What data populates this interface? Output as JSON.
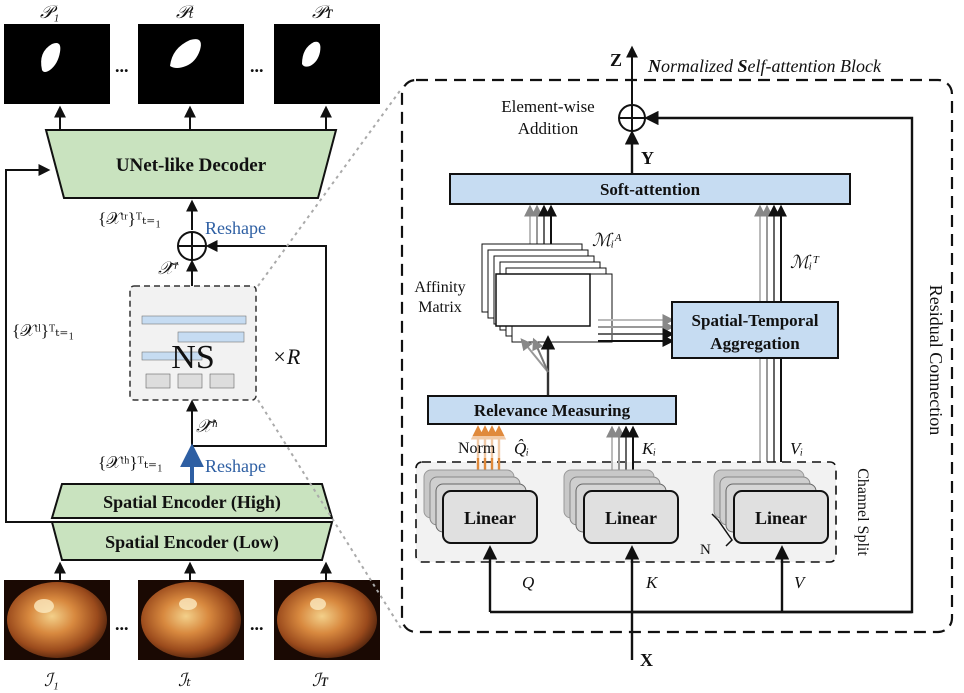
{
  "left": {
    "outputs": [
      "𝒫₁",
      "𝒫ₜ",
      "𝒫ᴛ"
    ],
    "inputs": [
      "ℐ₁",
      "ℐₜ",
      "ℐᴛ"
    ],
    "ellipsis": "...",
    "decoder_label": "UNet-like Decoder",
    "enc_high_label": "Spatial Encoder (High)",
    "enc_low_label": "Spatial Encoder (Low)",
    "reshape_label": "Reshape",
    "feat_r": "{𝒳ᵗʳ}ᵀₜ₌₁",
    "feat_l": "{𝒳ᵗˡ}ᵀₜ₌₁",
    "feat_h": "{𝒳ᵗʰ}ᵀₜ₌₁",
    "tilde_r": "𝒳̃ʳ",
    "tilde_h": "𝒳̃ʰ",
    "ns_label": "NS",
    "repeat_label": "×R"
  },
  "right": {
    "title_prefix_n": "N",
    "title_mid": "ormalized ",
    "title_s": "S",
    "title_suffix": "elf-attention Block",
    "z_label": "Z",
    "y_label": "Y",
    "x_label": "X",
    "elementwise_line1": "Element-wise",
    "elementwise_line2": "Addition",
    "soft_attention": "Soft-attention",
    "affinity_line1": "Affinity",
    "affinity_line2": "Matrix",
    "m_a": "ℳᵢᴬ",
    "m_t": "ℳᵢᵀ",
    "sta_line1": "Spatial-Temporal",
    "sta_line2": "Aggregation",
    "relevance": "Relevance Measuring",
    "norm": "Norm",
    "q_hat": "Q̂ᵢ",
    "k_i": "Kᵢ",
    "v_i": "Vᵢ",
    "linear": "Linear",
    "n_label": "N",
    "q": "Q",
    "k": "K",
    "v": "V",
    "channel_split": "Channel Split",
    "residual": "Residual Connection"
  },
  "colors": {
    "green": "#c9e3bf",
    "blue_box": "#c6dcf2",
    "linear_gray": "#e0e0e0",
    "reshape_blue": "#2e5fa3",
    "norm_orange": "#e08a3c"
  }
}
